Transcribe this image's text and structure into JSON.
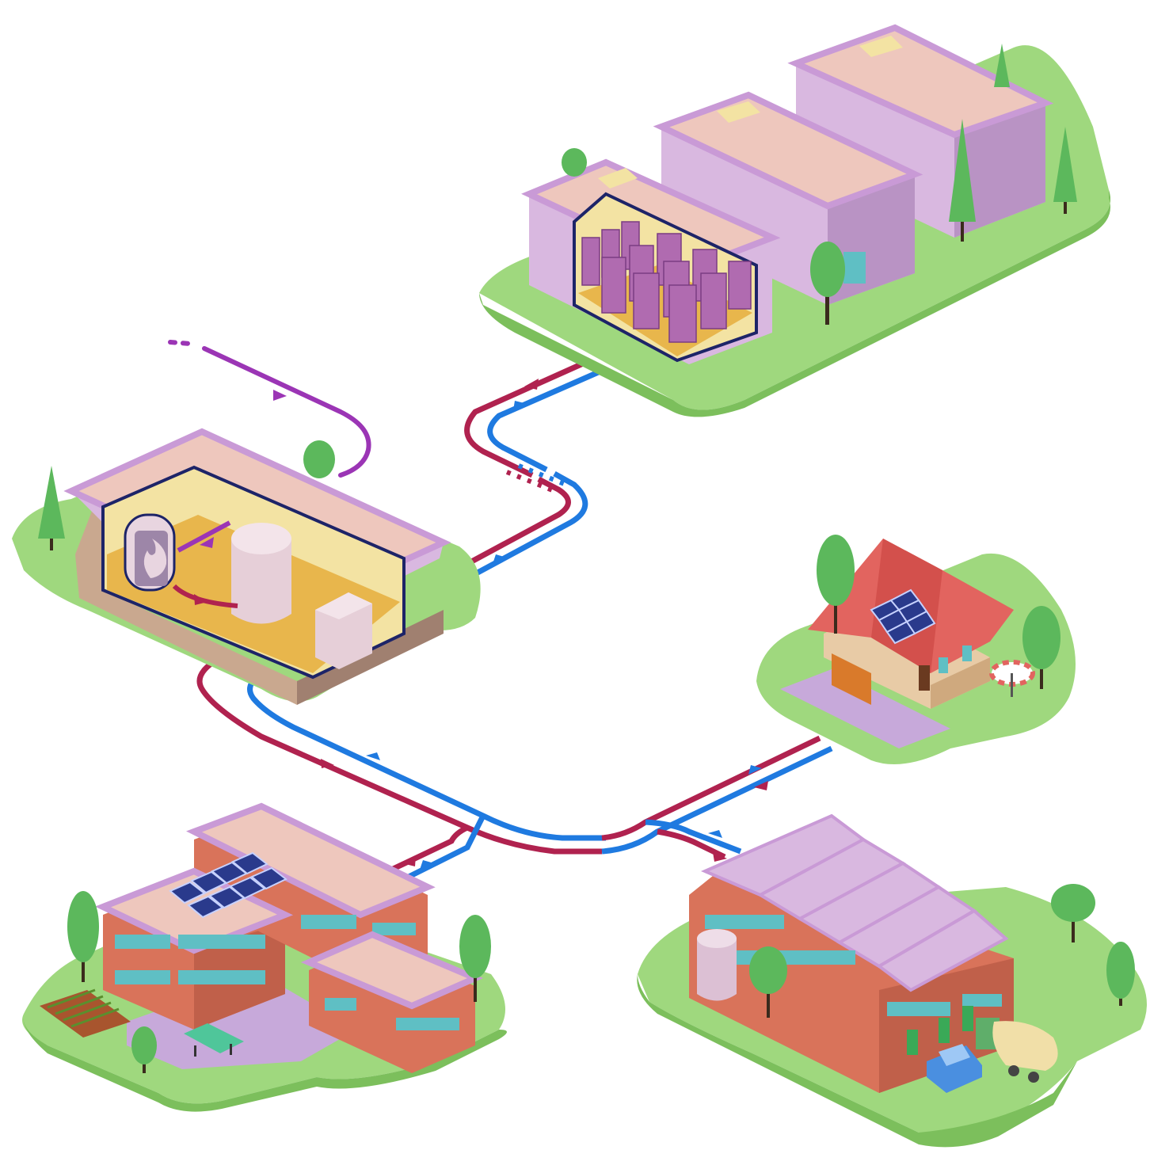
{
  "colors": {
    "background": "#ffffff",
    "grass": "#9fd87e",
    "grass_side": "#7cbf5c",
    "wall_lilac": "#d9b8e0",
    "wall_lilac_dark": "#b993c4",
    "roof_pink": "#eec7bd",
    "roof_trim": "#c99ad6",
    "interior_yellow": "#f3e3a3",
    "interior_floor": "#e8b64c",
    "frame_navy": "#1d2468",
    "server_purple": "#b06bb0",
    "brick": "#d9735a",
    "window_teal": "#5fbfc4",
    "house_roof": "#e2645f",
    "solar_navy": "#2a3a8c",
    "pipe_hot": "#b0224f",
    "pipe_cold": "#1f7ae0",
    "pipe_source": "#9b35b5",
    "tree": "#5cb85c",
    "path_lilac": "#c7a9da"
  },
  "nodes": [
    {
      "id": "data-center",
      "icon": "server-racks-icon"
    },
    {
      "id": "energy-plant",
      "icon": "boiler-flame-icon"
    },
    {
      "id": "house",
      "icon": "solar-panel-icon"
    },
    {
      "id": "school",
      "icon": "ping-pong-table-icon"
    },
    {
      "id": "factory",
      "icon": "ev-charger-icon"
    }
  ],
  "pipes": [
    {
      "id": "source-line",
      "type": "source"
    },
    {
      "id": "plant-to-datacenter",
      "type": "hot-cold-pair"
    },
    {
      "id": "plant-to-network",
      "type": "hot-cold-pair"
    },
    {
      "id": "network-to-school",
      "type": "hot-cold-pair"
    },
    {
      "id": "network-to-house",
      "type": "hot-cold-pair"
    },
    {
      "id": "network-to-factory",
      "type": "hot-cold-pair"
    }
  ]
}
